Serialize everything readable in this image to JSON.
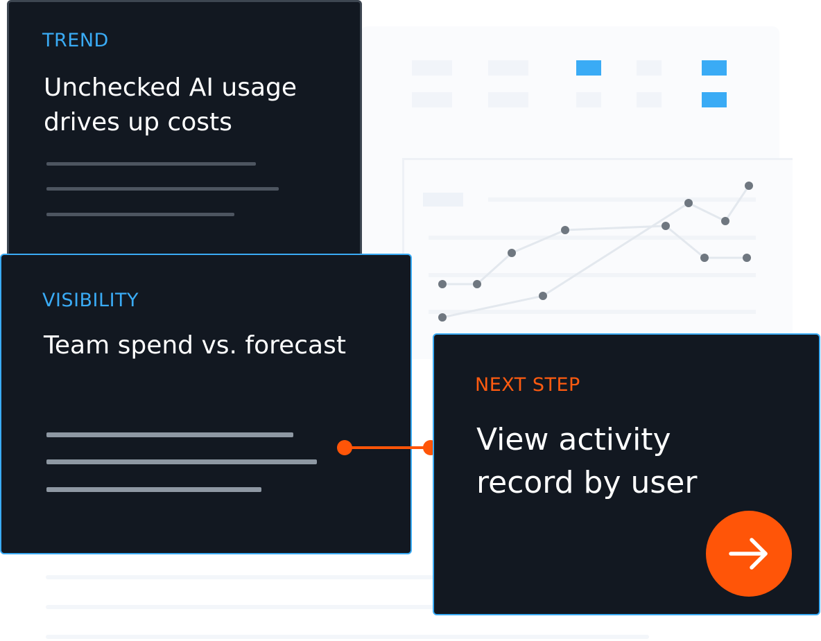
{
  "cards": {
    "trend": {
      "eyebrow": "TREND",
      "heading_line1": "Unchecked AI usage",
      "heading_line2": "drives up costs"
    },
    "visibility": {
      "eyebrow": "VISIBILITY",
      "heading": "Team spend vs. forecast"
    },
    "next_step": {
      "eyebrow": "NEXT STEP",
      "heading_line1": "View activity",
      "heading_line2": "record by user"
    }
  },
  "icons": {
    "next_button": "arrow-right-icon"
  },
  "colors": {
    "card_background": "#121821",
    "accent_blue": "#3aabf5",
    "accent_orange": "#ff5508"
  }
}
